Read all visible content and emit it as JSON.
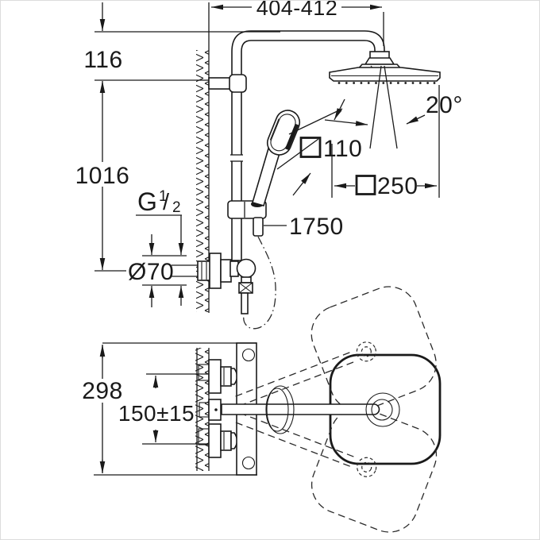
{
  "drawing": {
    "dimensions": {
      "top_width": "404-412",
      "arm_offset": "116",
      "rail_height": "1016",
      "thread_prefix": "G",
      "thread_numerator": "1",
      "thread_slash": "/",
      "thread_denominator": "2",
      "escutcheon_diameter": "Ø70",
      "hose_length": "1750",
      "hand_shower_size": "110",
      "head_shower_size": "250",
      "head_tilt_angle": "20°",
      "valve_height": "298",
      "connection_spacing": "150±15"
    },
    "colors": {
      "line": "#1a1a1a",
      "background": "#ffffff",
      "border": "#dcdcdc"
    }
  }
}
